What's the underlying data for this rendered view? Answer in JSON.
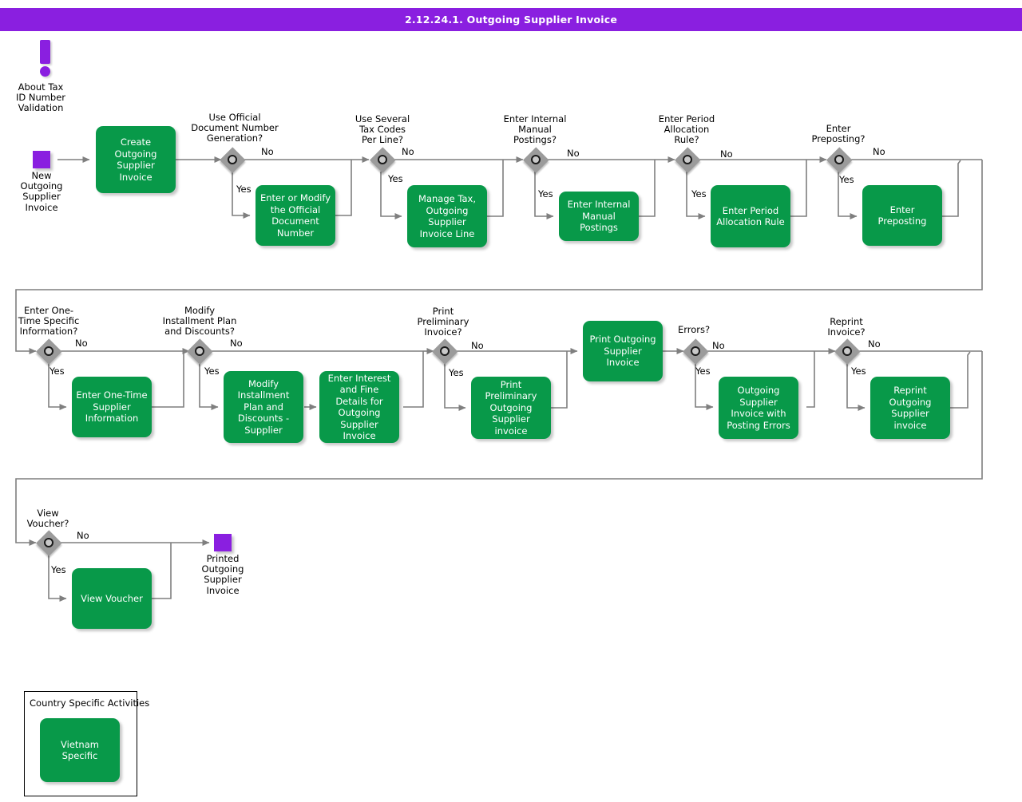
{
  "header": {
    "title": "2.12.24.1. Outgoing Supplier Invoice"
  },
  "note": {
    "icon": "exclamation-note-icon",
    "label": "About Tax\nID Number\nValidation",
    "line1": "About Tax",
    "line2": "ID Number",
    "line3": "Validation"
  },
  "colors": {
    "accent_purple": "#8A1FE0",
    "activity_green": "#089949",
    "decision_gray": "#9B9B9B",
    "connector_gray": "#7F7F7F",
    "text_on_activity": "#FFFFFF",
    "page_background": "#FFFFFF"
  },
  "terminators": [
    {
      "id": "start",
      "label_line1": "New",
      "label_line2": "Outgoing",
      "label_line3": "Supplier",
      "label_line4": "Invoice",
      "label": "New Outgoing Supplier Invoice"
    },
    {
      "id": "end",
      "label_line1": "Printed",
      "label_line2": "Outgoing",
      "label_line3": "Supplier",
      "label_line4": "Invoice",
      "label": "Printed Outgoing Supplier Invoice"
    }
  ],
  "decisions": [
    {
      "id": "d1",
      "question_l1": "Use Official",
      "question_l2": "Document Number",
      "question_l3": "Generation?",
      "yes": "Yes",
      "no": "No",
      "question": "Use Official Document Number Generation?"
    },
    {
      "id": "d2",
      "question_l1": "Use Several",
      "question_l2": "Tax Codes",
      "question_l3": "Per Line?",
      "yes": "Yes",
      "no": "No",
      "question": "Use Several Tax Codes Per Line?"
    },
    {
      "id": "d3",
      "question_l1": "Enter Internal",
      "question_l2": "Manual",
      "question_l3": "Postings?",
      "yes": "Yes",
      "no": "No",
      "question": "Enter Internal Manual Postings?"
    },
    {
      "id": "d4",
      "question_l1": "Enter Period",
      "question_l2": "Allocation",
      "question_l3": "Rule?",
      "yes": "Yes",
      "no": "No",
      "question": "Enter Period Allocation Rule?"
    },
    {
      "id": "d5",
      "question_l1": "Enter",
      "question_l2": "Preposting?",
      "question_l3": "",
      "yes": "Yes",
      "no": "No",
      "question": "Enter Preposting?"
    },
    {
      "id": "d6",
      "question_l1": "Enter One-",
      "question_l2": "Time Specific",
      "question_l3": "Information?",
      "yes": "Yes",
      "no": "No",
      "question": "Enter One-Time Specific Information?"
    },
    {
      "id": "d7",
      "question_l1": "Modify",
      "question_l2": "Installment Plan",
      "question_l3": "and Discounts?",
      "yes": "Yes",
      "no": "No",
      "question": "Modify Installment Plan and Discounts?"
    },
    {
      "id": "d8",
      "question_l1": "Print",
      "question_l2": "Preliminary",
      "question_l3": "Invoice?",
      "yes": "Yes",
      "no": "No",
      "question": "Print Preliminary Invoice?"
    },
    {
      "id": "d9",
      "question_l1": "Errors?",
      "question_l2": "",
      "question_l3": "",
      "yes": "Yes",
      "no": "No",
      "question": "Errors?"
    },
    {
      "id": "d10",
      "question_l1": "Reprint",
      "question_l2": "Invoice?",
      "question_l3": "",
      "yes": "Yes",
      "no": "No",
      "question": "Reprint Invoice?"
    },
    {
      "id": "d11",
      "question_l1": "View",
      "question_l2": "Voucher?",
      "question_l3": "",
      "yes": "Yes",
      "no": "No",
      "question": "View Voucher?"
    }
  ],
  "activities": [
    {
      "id": "a1",
      "label": "Create Outgoing Supplier Invoice"
    },
    {
      "id": "a2",
      "label": "Enter or Modify the Official Document Number"
    },
    {
      "id": "a3",
      "label": "Manage Tax, Outgoing Supplier Invoice Line"
    },
    {
      "id": "a4",
      "label": "Enter Internal Manual Postings"
    },
    {
      "id": "a5",
      "label": "Enter Period Allocation Rule"
    },
    {
      "id": "a6",
      "label": "Enter Preposting"
    },
    {
      "id": "a7",
      "label": "Enter One-Time Supplier Information"
    },
    {
      "id": "a8",
      "label": "Modify Installment Plan and Discounts - Supplier"
    },
    {
      "id": "a9",
      "label": "Enter Interest and Fine Details for Outgoing Supplier Invoice"
    },
    {
      "id": "a10",
      "label": "Print Preliminary Outgoing Supplier invoice"
    },
    {
      "id": "a11",
      "label": "Print Outgoing Supplier Invoice"
    },
    {
      "id": "a12",
      "label": "Outgoing Supplier Invoice with Posting Errors"
    },
    {
      "id": "a13",
      "label": "Reprint Outgoing Supplier invoice"
    },
    {
      "id": "a14",
      "label": "View Voucher"
    }
  ],
  "legend": {
    "title": "Country Specific Activities",
    "item_label": "Vietnam Specific"
  }
}
